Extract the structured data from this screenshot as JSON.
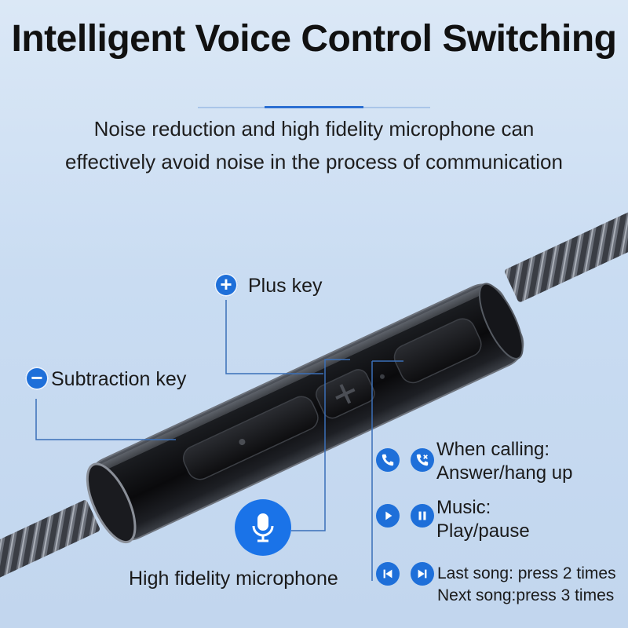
{
  "title": "Intelligent Voice Control Switching",
  "subtitle": {
    "line1": "Noise reduction and high fidelity microphone can",
    "line2": "effectively avoid noise in the process of communication"
  },
  "keys": {
    "plus_symbol": "+",
    "plus_label": "Plus key",
    "minus_symbol": "−",
    "minus_label": "Subtraction key"
  },
  "microphone": {
    "icon": "microphone-icon",
    "label": "High fidelity microphone"
  },
  "functions": {
    "calling": {
      "icons": [
        "phone-answer-icon",
        "phone-hangup-icon"
      ],
      "line1": "When calling:",
      "line2": "Answer/hang up"
    },
    "music": {
      "icons": [
        "play-icon",
        "pause-icon"
      ],
      "line1": "Music:",
      "line2": "Play/pause"
    },
    "songs": {
      "icons": [
        "previous-track-icon",
        "next-track-icon"
      ],
      "line1": "Last song: press 2 times",
      "line2": "Next song:press 3 times"
    }
  },
  "colors": {
    "accent": "#1e6fd9",
    "background": "#cfe0f3",
    "remote_body": "#141414"
  }
}
